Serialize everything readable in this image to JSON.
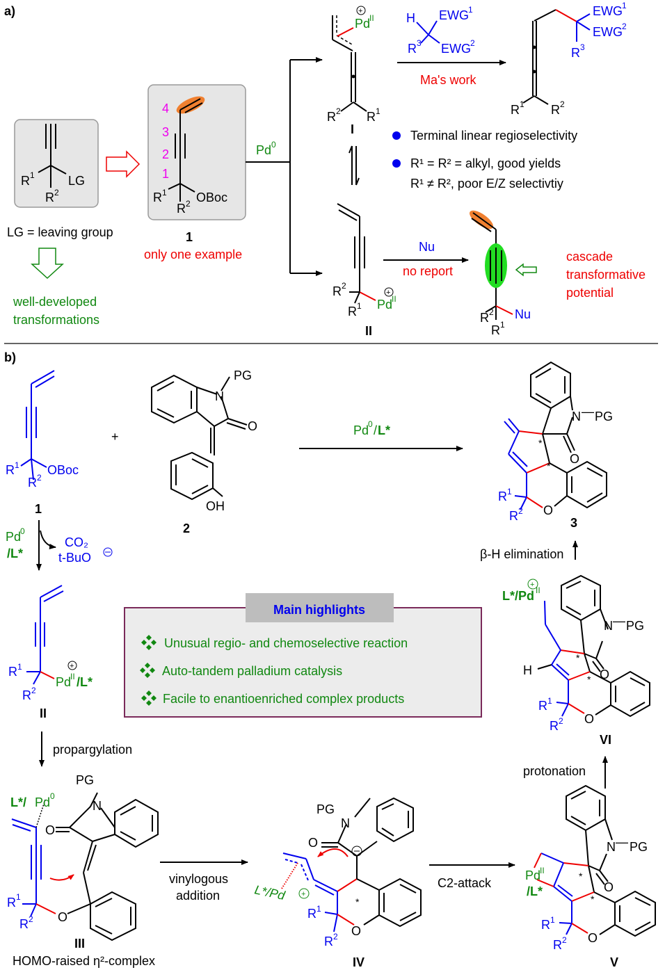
{
  "panel_a": {
    "label": "a)",
    "box1": {
      "r1": "R",
      "r2": "R",
      "lg": "LG",
      "sup1": "1",
      "sup2": "2"
    },
    "lg_definition": "LG = leaving group",
    "well_developed": [
      "well-developed",
      "transformations"
    ],
    "compound1": {
      "numbers": [
        "4",
        "3",
        "2",
        "1"
      ],
      "oboc": "OBoc",
      "label": "1",
      "note": "only one example"
    },
    "pd0": "Pd",
    "pd0_sup": "0",
    "intermediate_I": {
      "label": "I",
      "pd": "Pd",
      "pd_sup": "II"
    },
    "reagent": {
      "h": "H",
      "ewg1": "EWG",
      "ewg2": "EWG",
      "r3": "R",
      "sup1": "1",
      "sup2": "2",
      "sup3": "3"
    },
    "mas_work": "Ma's work",
    "bullets": [
      "Terminal linear regioselectivity",
      "R¹ = R² = alkyl, good yields",
      "R¹ ≠ R², poor E/Z selectivtiy"
    ],
    "intermediate_II": {
      "label": "II",
      "pd": "Pd",
      "pd_sup": "II"
    },
    "nu_reagent": "Nu",
    "no_report": "no report",
    "potential": [
      "cascade",
      "transformative",
      "potential"
    ],
    "product_nu": "Nu"
  },
  "panel_b": {
    "label": "b)",
    "compound1_label": "1",
    "compound2_label": "2",
    "product3_label": "3",
    "plus": "+",
    "main_conditions": {
      "pd": "Pd",
      "sup": "0",
      "ligand": "L*"
    },
    "step1": {
      "pd": "Pd",
      "sup": "0",
      "ligand": "/L*",
      "co2": "CO₂",
      "tbuo": "t-BuO"
    },
    "int_II": {
      "label": "II",
      "pd": "Pd",
      "ligand": "/L*"
    },
    "propargylation": "propargylation",
    "int_III": {
      "label": "III",
      "caption": "HOMO-raised η²-complex",
      "pd": "Pd",
      "ligand": "L*/"
    },
    "vinylogous": [
      "vinylogous",
      "addition"
    ],
    "int_IV": {
      "label": "IV",
      "pd": "L*/Pd"
    },
    "c2_attack": "C2-attack",
    "int_V": {
      "label": "V",
      "pd": "Pd",
      "ligand": "/L*"
    },
    "protonation": "protonation",
    "int_VI": {
      "label": "VI",
      "pd": "L*/Pd",
      "h": "H"
    },
    "beta_h": "β-H elimination",
    "atoms": {
      "pg": "PG",
      "n": "N",
      "o": "O",
      "oh": "OH",
      "star": "*"
    },
    "highlights": {
      "title": "Main highlights",
      "items": [
        "Unusual regio- and chemoselective reaction",
        "Auto-tandem palladium catalysis",
        "Facile to enantioenriched complex products"
      ]
    }
  },
  "colors": {
    "blue": "#0000ee",
    "red": "#ee0000",
    "green": "#118811",
    "magenta": "#ee00ee",
    "orange": "#f08030",
    "lime": "#22dd22",
    "box_border": "#7a2a5a"
  }
}
